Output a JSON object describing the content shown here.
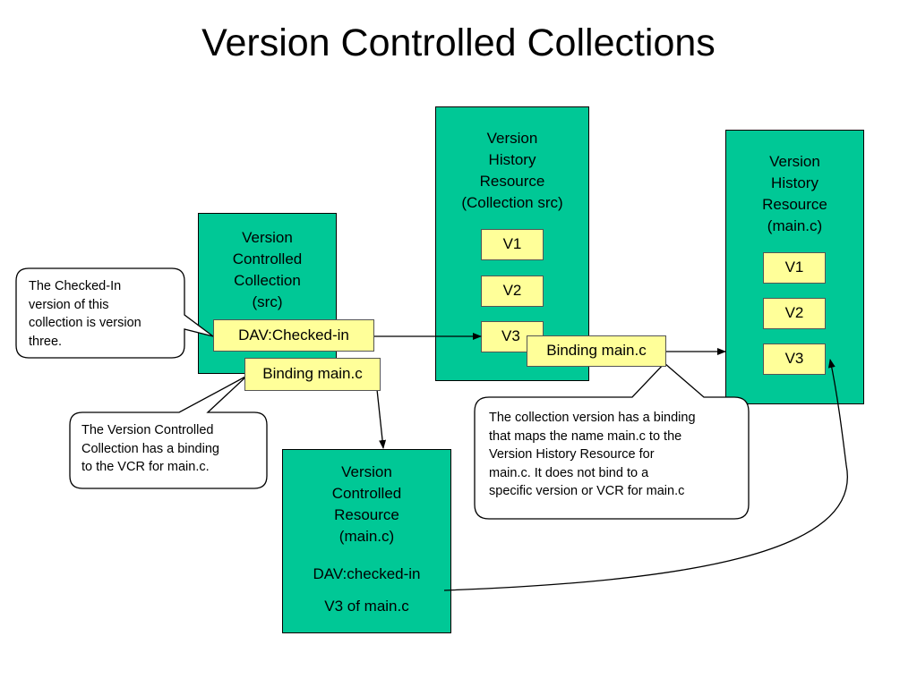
{
  "title": "Version Controlled Collections",
  "vcc_box": {
    "lines": [
      "Version",
      "Controlled",
      "Collection",
      "(src)"
    ],
    "checked_in_label": "DAV:Checked-in",
    "binding_label": "Binding main.c"
  },
  "vhr_src_box": {
    "lines": [
      "Version",
      "History",
      "Resource",
      "(Collection src)"
    ],
    "versions": [
      "V1",
      "V2",
      "V3"
    ],
    "binding_label": "Binding main.c"
  },
  "vhr_main_box": {
    "lines": [
      "Version",
      "History",
      "Resource",
      "(main.c)"
    ],
    "versions": [
      "V1",
      "V2",
      "V3"
    ]
  },
  "vcr_box": {
    "lines": [
      "Version",
      "Controlled",
      "Resource",
      "(main.c)"
    ],
    "checked_in_label": "DAV:checked-in",
    "version_label": "V3 of main.c"
  },
  "callouts": {
    "checked_in_note": [
      "The Checked-In",
      "version of this",
      "collection is version",
      "three."
    ],
    "vcc_binding_note": [
      "The Version Controlled",
      "Collection has a binding",
      "to the VCR for main.c."
    ],
    "collection_binding_note": [
      "The collection version has a binding",
      "that maps the name main.c to the",
      "Version History Resource for",
      "main.c.  It does not bind to a",
      "specific version or VCR for main.c"
    ]
  }
}
